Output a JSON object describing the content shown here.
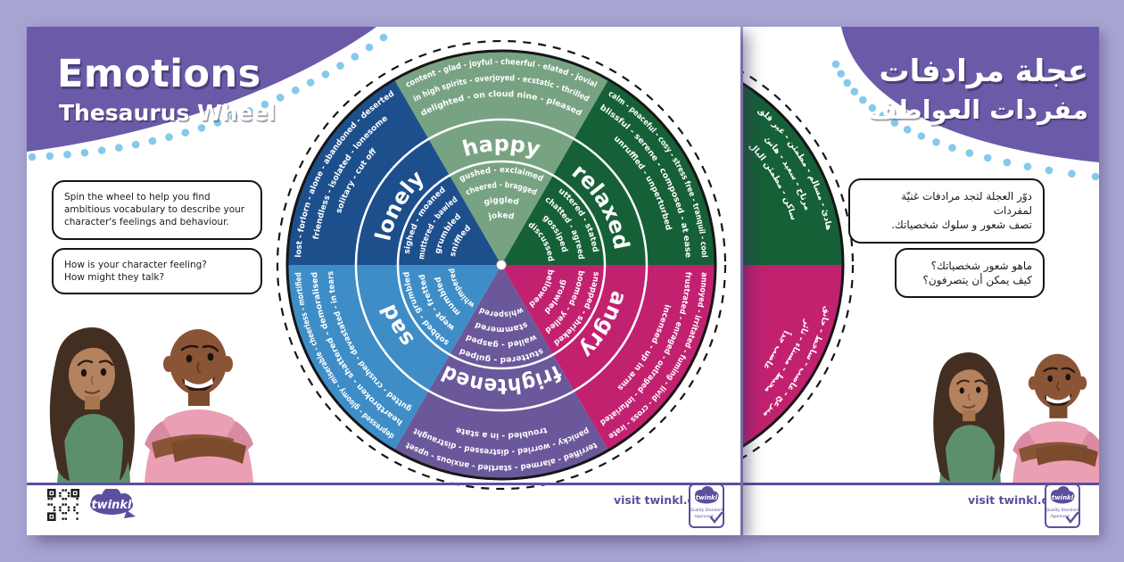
{
  "colors": {
    "background": "#a8a4d2",
    "header_purple": "#6a5aa8",
    "dots_blue": "#85c9ec",
    "twinkl_purple": "#5b4f9e",
    "wheel_outline": "#161616"
  },
  "page_en": {
    "title": "Emotions",
    "subtitle": "Thesaurus Wheel",
    "instruction_box_1": "Spin the wheel to help you find ambitious vocabulary to describe your character's feelings and behaviour.",
    "instruction_box_2": "How is your character feeling?\nHow might they talk?",
    "footer": {
      "visit": "visit twinkl.com",
      "logo_text": "twinkl",
      "badge_logo_text": "twinkl",
      "badge_line1": "Quality Standard",
      "badge_line2": "Approved"
    }
  },
  "page_ar": {
    "title_line1": "عجلة مرادفات",
    "title_line2": "مفردات العواطف",
    "instruction_box_1": "دوّر العجلة لتجد مرادفات غنيّة لمفردات\nتصف شعور و سلوك شخصياتك.",
    "instruction_box_2": "ماهو شعور شخصياتك؟\nكيف يمكن أن يتصرفون؟",
    "footer": {
      "visit": "visit twinkl.com",
      "badge_logo_text": "twinkl",
      "badge_line1": "Quality Standard",
      "badge_line2": "Approved"
    }
  },
  "wheel": {
    "segments": [
      {
        "name": "happy",
        "color": "#78a383",
        "label": "happy",
        "outer": [
          "content - glad - joyful - cheerful - elated - jovial",
          "in high spirits - overjoyed - ecstatic - thrilled",
          "delighted - on cloud nine - pleased"
        ],
        "inner": [
          "gushed - exclaimed",
          "cheered - bragged",
          "giggled",
          "joked"
        ]
      },
      {
        "name": "relaxed",
        "color": "#166038",
        "label": "relaxed",
        "outer": [
          "calm - peaceful - cosy - stress free - tranquil - cool",
          "blissful - serene - composed - at ease",
          "unruffled - unperturbed"
        ],
        "inner": [
          "uttered - stated",
          "chatted - agreed",
          "gossiped",
          "discussed"
        ]
      },
      {
        "name": "angry",
        "color": "#c22170",
        "label": "angry",
        "outer": [
          "annoyed - irritated - fuming - livid - cross - irate",
          "frustrated - enraged - outraged - infuriated",
          "incensed - up in arms"
        ],
        "inner": [
          "snapped - shrieked",
          "boomed - yelled",
          "growled",
          "bellowed"
        ]
      },
      {
        "name": "frightened",
        "color": "#6b589a",
        "label": "frightened",
        "outer": [
          "terrified - alarmed - startled - anxious - upset",
          "panicky - worried - distressed - distraught",
          "troubled - in a state"
        ],
        "inner": [
          "stuttered - gulped",
          "wailed - gasped",
          "stammered",
          "whispered"
        ]
      },
      {
        "name": "sad",
        "color": "#3e8dc7",
        "label": "sad",
        "outer": [
          "depressed - gloomy - miserable - cheerless - mortified",
          "heartbroken - shattered - demoralised",
          "gutted - crushed - devastated - in tears"
        ],
        "inner": [
          "sobbed - grumbled",
          "wept - fretted",
          "mumbled",
          "whimpered"
        ]
      },
      {
        "name": "lonely",
        "color": "#1d4f8d",
        "label": "lonely",
        "outer": [
          "lost - forlorn - alone - abandoned - deserted",
          "friendless - isolated - lonesome",
          "solitary - cut off"
        ],
        "inner": [
          "sighed - moaned",
          "muttered - bawled",
          "grumbled",
          "sniffled"
        ]
      }
    ]
  },
  "wheel_ar_fragment": {
    "segments": [
      {
        "name": "relaxed",
        "color": "#166038",
        "angle": -30,
        "lines": [
          "هادئ - مسالم - مطمئن - غير قلق",
          "مرتاح - سعيد - هانئ",
          "ساكن - مطمئن البال"
        ]
      },
      {
        "name": "angry",
        "color": "#c22170",
        "angle": 30,
        "lines": [
          "منزعج - غاضب - ساخط - حانق",
          "محبط - مستاء - ثائر",
          "غاضب جداً"
        ]
      }
    ]
  }
}
